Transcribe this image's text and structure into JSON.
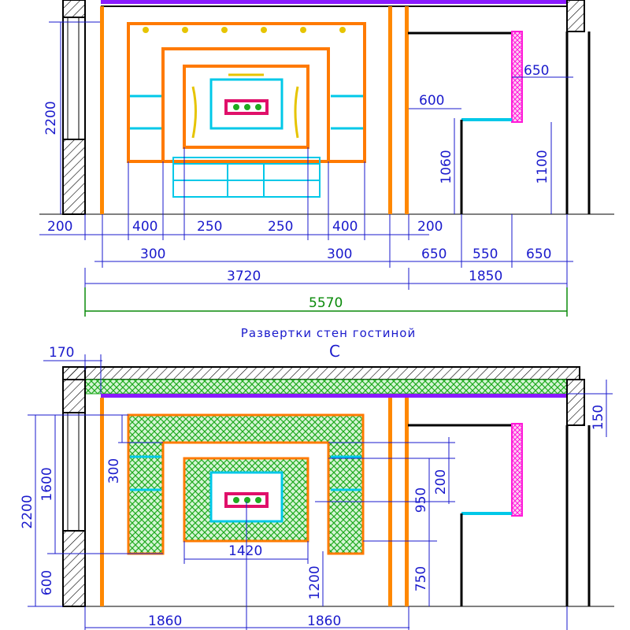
{
  "colors": {
    "wall": "#000000",
    "dimension": "#1a1acc",
    "column": "#ff8800",
    "frame": "#ff7a00",
    "cyan": "#00c8e8",
    "magenta": "#ff1ad9",
    "purple": "#8a1aff",
    "green_fill": "#1faa1f",
    "green_dim": "#0a8a0a",
    "tv_frame": "#e0106a",
    "lamp": "#e6c400"
  },
  "upper_view": {
    "dims_vertical": {
      "height_2200": "2200",
      "stand_1060": "1060",
      "stand_1100": "1100"
    },
    "dims_horizontal": {
      "shelf_650": "650",
      "niche_600": "600",
      "row1": [
        "200",
        "400",
        "250",
        "250",
        "400",
        "200"
      ],
      "row2": [
        "300",
        "300",
        "650",
        "550",
        "650"
      ],
      "total_left": "3720",
      "total_right": "1850",
      "total_overall": "5570"
    }
  },
  "title": "Развертки стен гостиной",
  "view_letter": "C",
  "lower_view": {
    "dims_vertical": {
      "left_2200": "2200",
      "left_1600": "1600",
      "left_600": "600",
      "niche_300": "300",
      "right_950": "950",
      "right_200": "200",
      "right_750": "750",
      "center_1200": "1200",
      "ceiling_150": "150"
    },
    "dims_horizontal": {
      "top_170": "170",
      "panel_1420": "1420",
      "bottom_left": "1860",
      "bottom_right": "1860"
    }
  }
}
